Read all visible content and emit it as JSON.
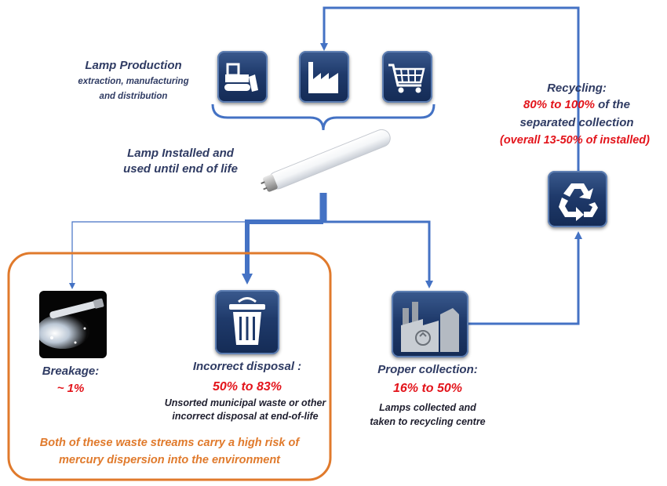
{
  "production": {
    "title": "Lamp Production",
    "sub1": "extraction, manufacturing",
    "sub2": "and distribution"
  },
  "installed": {
    "line1": "Lamp Installed and",
    "line2": "used until end of life"
  },
  "recycling": {
    "title": "Recycling:",
    "line1_red": "80% to 100%",
    "line1_rest": " of the",
    "line2": "separated collection",
    "line3": "(overall 13-50% of installed)"
  },
  "breakage": {
    "title": "Breakage:",
    "value": "~ 1%"
  },
  "incorrect": {
    "title": "Incorrect disposal :",
    "value": "50% to 83%",
    "desc1": "Unsorted municipal waste or other",
    "desc2": "incorrect disposal at end-of-life"
  },
  "proper": {
    "title": "Proper collection:",
    "value": "16% to 50%",
    "desc1": "Lamps collected and",
    "desc2": "taken to recycling centre"
  },
  "warning": {
    "line1": "Both of these waste streams carry a high risk of",
    "line2": "mercury dispersion into the environment"
  },
  "colors": {
    "arrow": "#4472c4",
    "tile": "#1f3a6b",
    "warning": "#e07a2c",
    "red": "#e3141b",
    "label": "#2f3b63"
  },
  "icons": {
    "bulldozer": "bulldozer-icon",
    "factory": "factory-icon",
    "cart": "shopping-cart-icon",
    "recycle": "recycle-icon",
    "trash": "trash-can-icon",
    "recycling_plant": "recycling-plant-icon",
    "broken_tube": "broken-tube-photo",
    "tube": "fluorescent-tube-photo"
  }
}
